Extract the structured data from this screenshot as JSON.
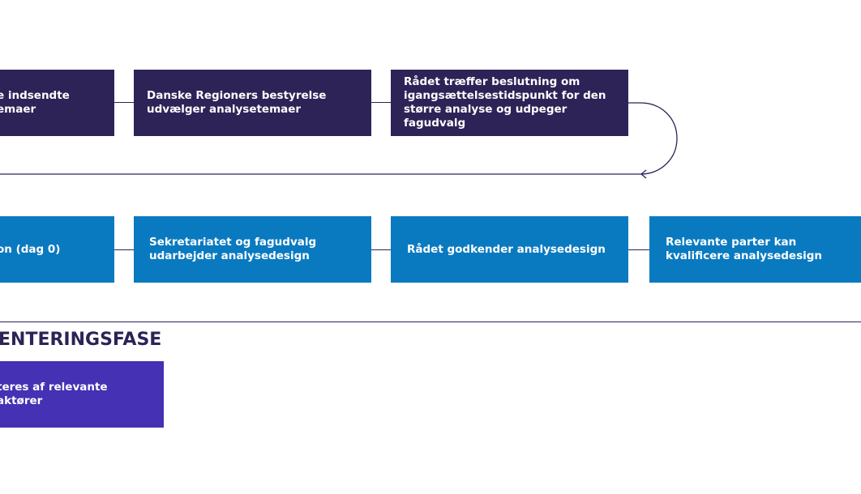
{
  "row1": [
    {
      "text": "e indsendte\nemaer"
    },
    {
      "text": "Danske Regioners bestyrelse\nudvælger analysetemaer"
    },
    {
      "text": "Rådet træffer beslutning om\nigangsættelsestidspunkt for den\nstørre analyse og udpeger fagudvalg"
    }
  ],
  "row2": [
    {
      "text": "on (dag 0)"
    },
    {
      "text": "Sekretariatet og fagudvalg\nudarbejder analysedesign"
    },
    {
      "text": "Rådet godkender analysedesign"
    },
    {
      "text": "Relevante parter kan\nkvalificere analysedesign"
    }
  ],
  "phase_heading": "ENTERINGSFASE",
  "row3": [
    {
      "text": "teres af relevante aktører"
    }
  ],
  "colors": {
    "dark": "#2e2357",
    "blue": "#0a7ac0",
    "purple": "#4431b4"
  }
}
